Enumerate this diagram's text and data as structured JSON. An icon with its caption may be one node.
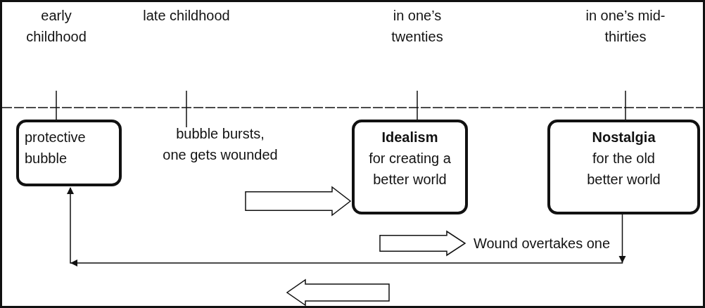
{
  "diagram": {
    "nodes": [
      {
        "text": [
          "protective bubble"
        ]
      },
      {
        "text": [
          "bubble bursts, one gets wounded"
        ]
      },
      {
        "text": [
          "Idealism",
          "for creating a better world"
        ]
      },
      {
        "text": [
          "Nostalgia",
          "for the old better world"
        ]
      },
      {
        "text": [
          "Wound overtakes one"
        ]
      }
    ],
    "edges": [
      {
        "from": 1,
        "to": 2,
        "arrow": "to"
      },
      {
        "from": 2,
        "to": 4,
        "arrow": "to"
      },
      {
        "from": 3,
        "to": 0,
        "arrow": "to"
      }
    ],
    "labels": [
      "early childhood",
      "late childhood",
      "in one’s twenties",
      "in one’s mid-thirties"
    ]
  }
}
